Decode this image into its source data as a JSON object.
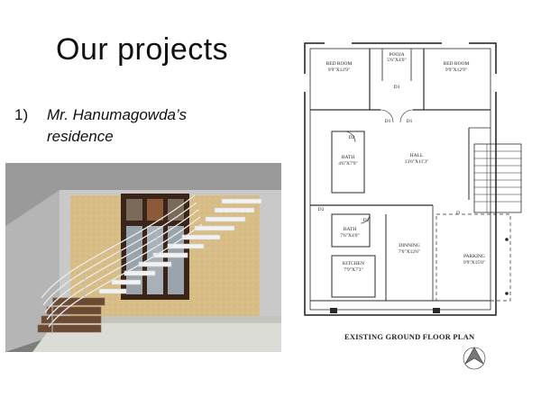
{
  "slide": {
    "title": "Our projects",
    "project": {
      "number": "1)",
      "name_line1": "Mr. Hanumagowda’s",
      "name_line2": "residence"
    }
  },
  "floor_plan": {
    "caption": "EXISTING GROUND FLOOR PLAN",
    "rooms": {
      "bed1": {
        "name": "BED ROOM",
        "size": "9'9\"X12'9\""
      },
      "bed2": {
        "name": "BED ROOM",
        "size": "9'9\"X12'9\""
      },
      "pooja": {
        "name": "POOJA",
        "size": "5'6\"X4'0\""
      },
      "hall": {
        "name": "HALL",
        "size": "13'6\"X11'3\""
      },
      "bath1": {
        "name": "BATH",
        "size": "4'6\"X7'9\""
      },
      "bath2": {
        "name": "BATH",
        "size": "7'6\"X4'0\""
      },
      "dining": {
        "name": "DINNING",
        "size": "7'6\"X12'6\""
      },
      "kitchen": {
        "name": "KITCHEN",
        "size": "7'9\"X7'3\""
      },
      "parking": {
        "name": "PARKING",
        "size": "9'9\"X15'0\""
      }
    },
    "doors": {
      "d1": "D1",
      "d2": "D2",
      "d3": "D3",
      "d": "D"
    }
  },
  "colors": {
    "wall": "#2a2a2a",
    "render_wall": "#d8bd86",
    "render_ceiling": "#8c8c8c",
    "window_frame": "#3b2418",
    "floor": "#d9d9d4"
  }
}
